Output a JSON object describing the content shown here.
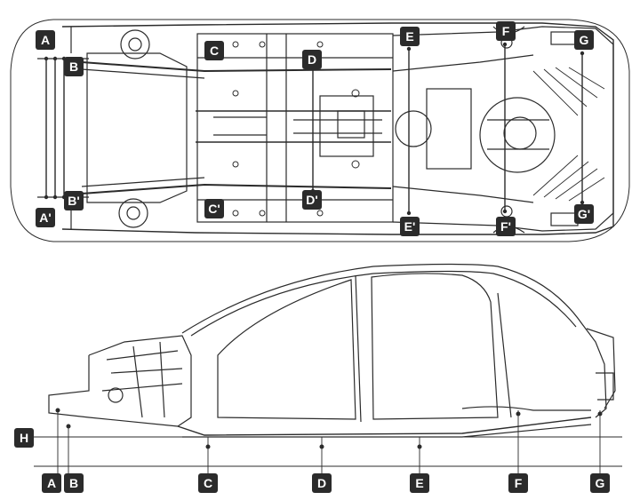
{
  "labels": {
    "A": "A",
    "A_prime": "A'",
    "B": "B",
    "B_prime": "B'",
    "C": "C",
    "C_prime": "C'",
    "D": "D",
    "D_prime": "D'",
    "E": "E",
    "E_prime": "E'",
    "F": "F",
    "F_prime": "F'",
    "G": "G",
    "G_prime": "G'",
    "H": "H"
  },
  "colors": {
    "ink": "#2b2b2b",
    "badge": "#2b2b2b",
    "badge_text": "#ffffff"
  }
}
